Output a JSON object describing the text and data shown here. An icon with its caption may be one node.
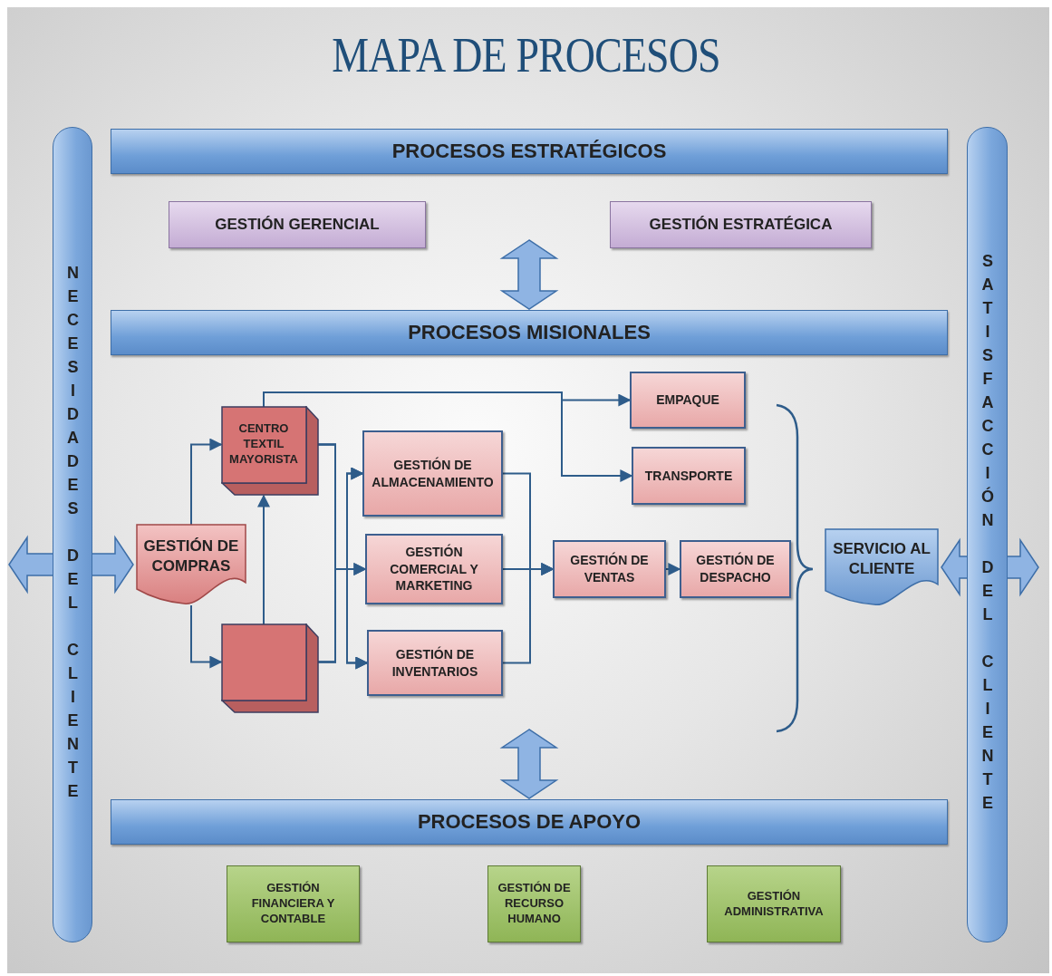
{
  "diagram": {
    "title": "MAPA DE PROCESOS",
    "nodes": [
      {
        "text": [
          "PROCESOS ESTRATÉGICOS"
        ]
      },
      {
        "text": [
          "GESTIÓN GERENCIAL"
        ]
      },
      {
        "text": [
          "GESTIÓN ESTRATÉGICA"
        ]
      },
      {
        "text": [
          "PROCESOS MISIONALES"
        ]
      },
      {
        "text": [
          "GESTIÓN DE COMPRAS"
        ]
      },
      {
        "text": [
          "CENTRO TEXTIL MAYORISTA"
        ]
      },
      {
        "text": [],
        "shape": "box"
      },
      {
        "text": [
          "EMPAQUE"
        ]
      },
      {
        "text": [
          "TRANSPORTE"
        ]
      },
      {
        "text": [
          "GESTIÓN DE ALMACENAMIENTO"
        ]
      },
      {
        "text": [
          "GESTIÓN COMERCIAL Y MARKETING"
        ]
      },
      {
        "text": [
          "GESTIÓN DE INVENTARIOS"
        ]
      },
      {
        "text": [
          "GESTIÓN DE VENTAS"
        ]
      },
      {
        "text": [
          "GESTIÓN DE DESPACHO"
        ]
      },
      {
        "text": [
          "SERVICIO AL CLIENTE"
        ]
      },
      {
        "text": [
          "PROCESOS DE APOYO"
        ]
      },
      {
        "text": [
          "GESTIÓN FINANCIERA Y CONTABLE"
        ]
      },
      {
        "text": [
          "GESTIÓN DE RECURSO HUMANO"
        ]
      },
      {
        "text": [
          "GESTIÓN ADMINISTRATIVA"
        ]
      },
      {
        "text": [
          "NECESIDADES DEL CLIENTE"
        ]
      },
      {
        "text": [
          "SATISFACCIÓN DEL CLIENTE"
        ]
      }
    ],
    "edges": [
      {
        "from": 4,
        "to": 5,
        "arrow": "to"
      },
      {
        "from": 4,
        "to": 6,
        "arrow": "to"
      },
      {
        "from": 6,
        "to": 5,
        "arrow": "to"
      },
      {
        "from": 5,
        "to": 7,
        "arrow": "to"
      },
      {
        "from": 5,
        "to": 8,
        "arrow": "to"
      },
      {
        "from": 5,
        "to": 9,
        "arrow": "to"
      },
      {
        "from": 5,
        "to": 10,
        "arrow": "to"
      },
      {
        "from": 5,
        "to": 11,
        "arrow": "to"
      },
      {
        "from": 6,
        "to": 9,
        "arrow": "to"
      },
      {
        "from": 6,
        "to": 10,
        "arrow": "to"
      },
      {
        "from": 6,
        "to": 11,
        "arrow": "to"
      },
      {
        "from": 9,
        "to": 12,
        "arrow": "to"
      },
      {
        "from": 10,
        "to": 12,
        "arrow": "to"
      },
      {
        "from": 11,
        "to": 12,
        "arrow": "to"
      },
      {
        "from": 12,
        "to": 13,
        "arrow": "to"
      },
      {
        "from": null,
        "to": 3,
        "arrow": "both"
      },
      {
        "from": null,
        "to": 15,
        "arrow": "both"
      },
      {
        "from": null,
        "to": 4,
        "arrow": "both"
      },
      {
        "from": 14,
        "to": null,
        "arrow": "both"
      }
    ]
  }
}
